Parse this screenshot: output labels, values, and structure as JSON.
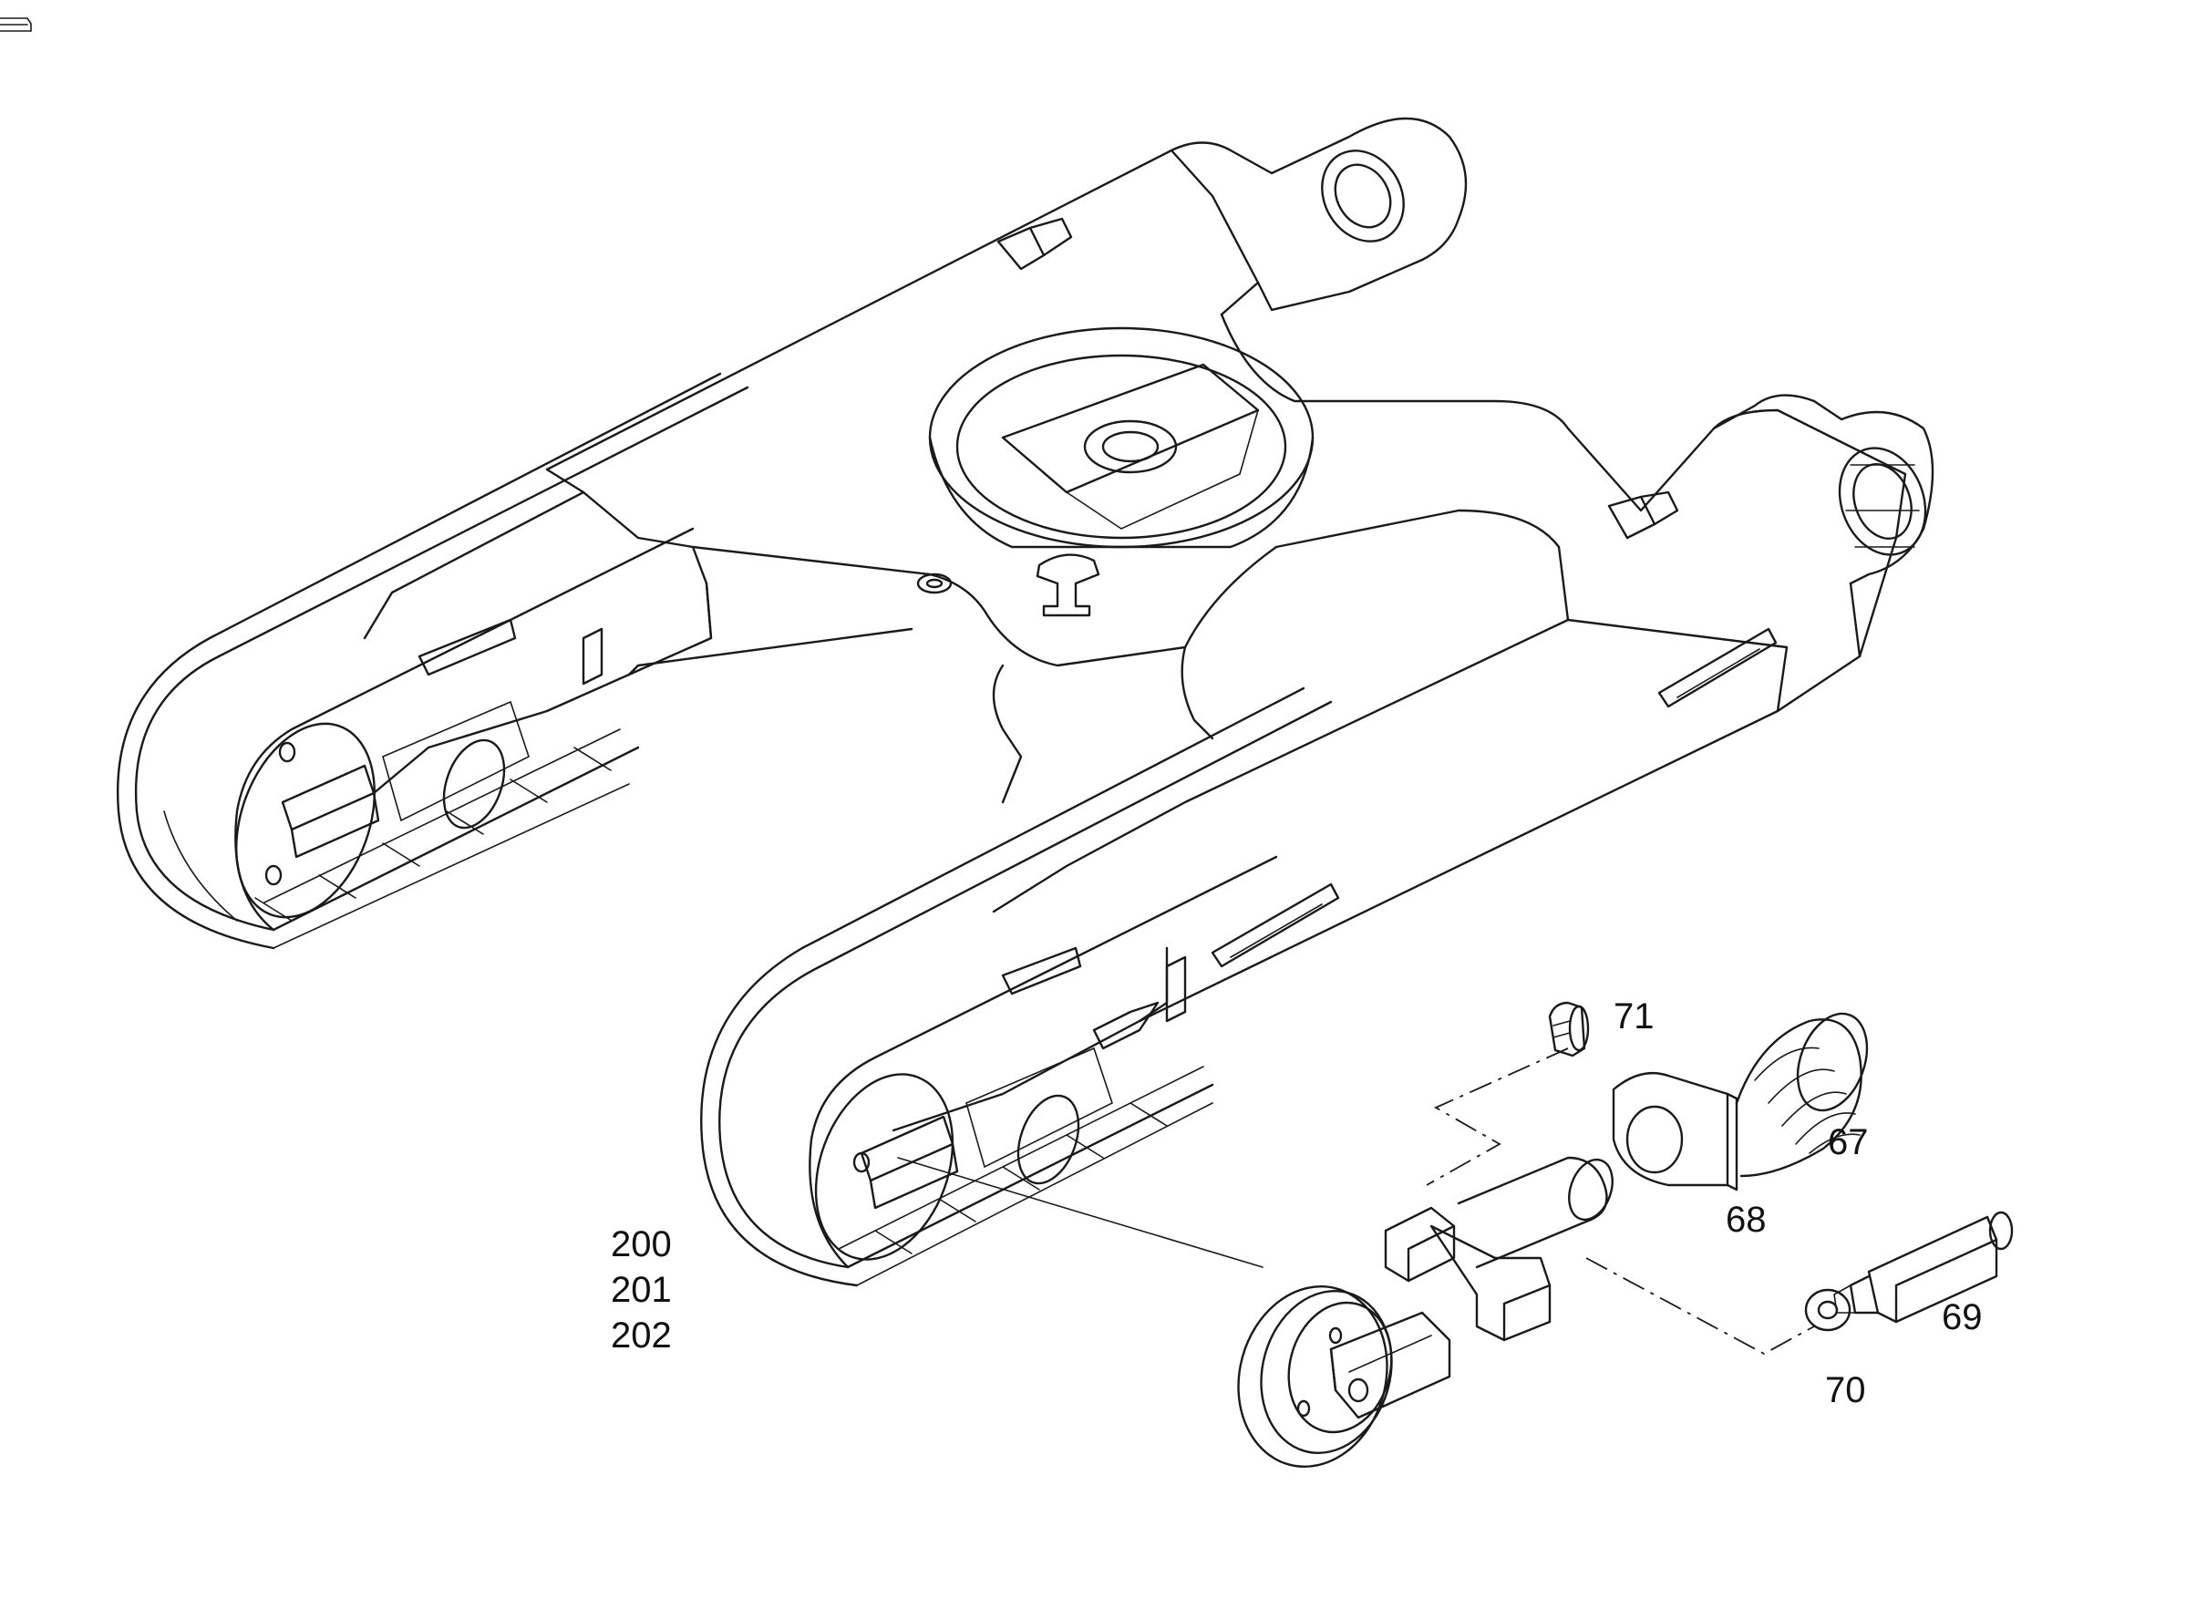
{
  "diagram": {
    "colors": {
      "line": "#1a1a1a",
      "background": "#ffffff",
      "label": "#111111"
    },
    "icons": [
      "page-corner-icon"
    ],
    "callouts": {
      "c71": "71",
      "c67": "67",
      "c68": "68",
      "c69": "69",
      "c70": "70",
      "c200": "200",
      "c201": "201",
      "c202": "202"
    }
  }
}
